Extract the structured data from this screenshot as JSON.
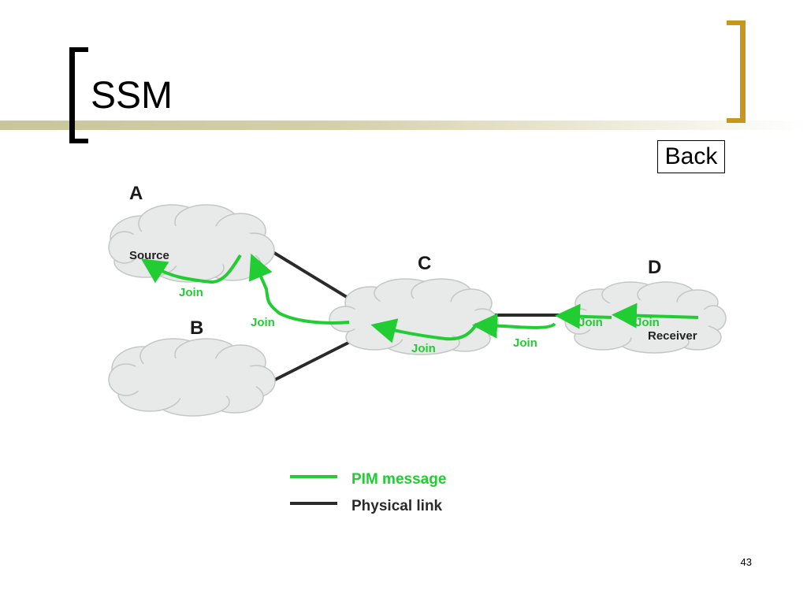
{
  "slide": {
    "title": "SSM",
    "back_label": "Back",
    "page_number": "43"
  },
  "nodes": {
    "a": {
      "letter": "A",
      "label": "Source"
    },
    "b": {
      "letter": "B"
    },
    "c": {
      "letter": "C"
    },
    "d": {
      "letter": "D",
      "label": "Receiver"
    }
  },
  "messages": {
    "join_a": "Join",
    "join_b_side": "Join",
    "join_c": "Join",
    "join_cd": "Join",
    "join_d1": "Join",
    "join_d2": "Join"
  },
  "legend": {
    "pim": "PIM message",
    "physical": "Physical link"
  },
  "colors": {
    "pim": "#22cc33",
    "physical": "#2a2a2a",
    "cloud_fill": "#e8e9e9",
    "cloud_stroke": "#c5c7c7",
    "accent": "#c8961a"
  }
}
